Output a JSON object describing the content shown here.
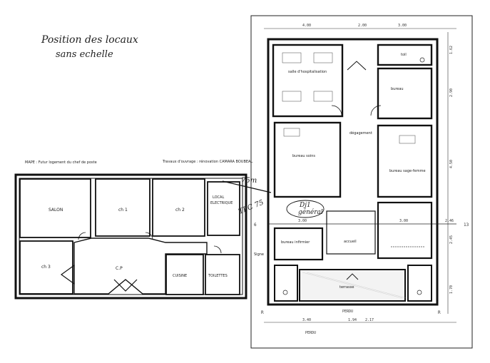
{
  "header_note": {
    "line1": "Position des locaux",
    "line2": "sans echelle"
  },
  "left_plan": {
    "caption_left": "MAPE : Futur logement du chef de poste",
    "caption_right": "Travaux d'ouvrage : rénovation CAMARA BOUBEAL",
    "rooms": {
      "salon": "SALON",
      "ch1": "ch 1",
      "ch2": "ch 2",
      "local": "LOCAL",
      "electrique": "ELECTRIQUE",
      "ch3": "ch 3",
      "cp": "C.P",
      "cuisine": "CUISINE",
      "toilettes": "TOILETTES"
    }
  },
  "annotations": {
    "distance": "75m",
    "tpc": "TPC 75",
    "dj1": "Dj1",
    "general": "général"
  },
  "right_plan": {
    "rooms": {
      "hospitalisation": "salle d'hospitalisation",
      "toilettes": "toil",
      "bureau": "bureau",
      "degagement": "dégagement",
      "soins": "bureau soins",
      "sage_femme": "bureau sage-femme",
      "infirmier": "bureau infirmier",
      "accueil": "accueil",
      "terrasse": "terrasse",
      "signe": "Signe"
    },
    "dims_top": [
      "4.00",
      "2.00",
      "3.00"
    ],
    "dims_right": [
      "1.62",
      "2.90",
      "4.50",
      "2.45",
      "1.70"
    ],
    "dims_mid": [
      "3.00",
      "3.00"
    ],
    "dims_bottom": [
      "3.40",
      "1.94",
      "2.17"
    ],
    "marks": {
      "r_left": "R",
      "r_right": "R",
      "perdu_1": "PERDU",
      "perdu_2": "PERDU",
      "axis_6": "6",
      "axis_13": "13",
      "axis_2": "2.46"
    }
  }
}
